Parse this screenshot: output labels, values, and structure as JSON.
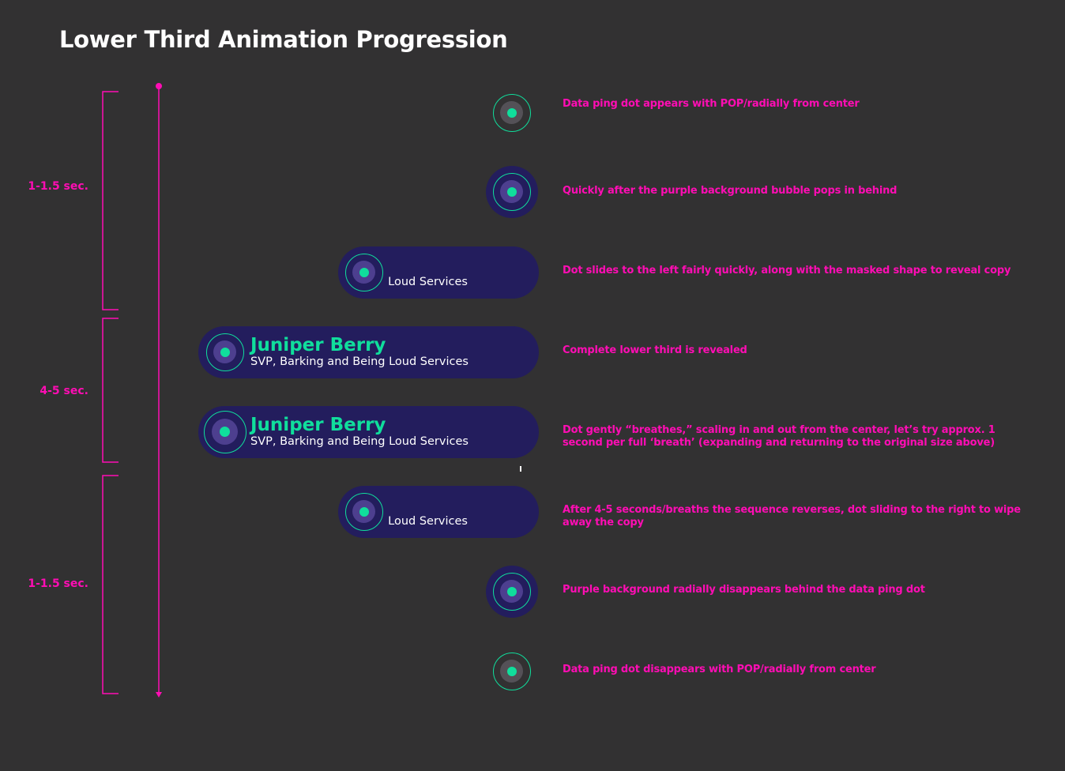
{
  "title": "Lower Third Animation Progression",
  "colors": {
    "background": "#323132",
    "accent_pink": "#ff0db4",
    "accent_green": "#10de9c",
    "bubble_purple": "#231d5d",
    "ring_gray": "#545157",
    "ring_purple": "#4d3f8f"
  },
  "brackets": [
    {
      "label": "1-1.5 sec."
    },
    {
      "label": "4-5 sec."
    },
    {
      "label": "1-1.5 sec."
    }
  ],
  "lower_third": {
    "name": "Juniper Berry",
    "role": "SVP, Barking and Being Loud Services"
  },
  "steps": [
    {
      "stage": "dot",
      "description": "Data ping dot appears with POP/radially from center"
    },
    {
      "stage": "bubble",
      "description": "Quickly after the purple background bubble pops in behind"
    },
    {
      "stage": "partial",
      "description": "Dot slides to the left  fairly quickly, along with the masked shape to reveal copy"
    },
    {
      "stage": "full",
      "description": "Complete lower third is revealed"
    },
    {
      "stage": "full-breathe",
      "description": "Dot gently “breathes,” scaling in and out from the center, let’s try approx. 1 second per full ‘breath’ (expanding and returning to the original size above)"
    },
    {
      "stage": "partial",
      "description": "After 4-5 seconds/breaths the sequence reverses, dot sliding to the right to wipe away the copy"
    },
    {
      "stage": "bubble",
      "description": "Purple background radially disappears behind the data ping dot"
    },
    {
      "stage": "dot",
      "description": "Data ping dot disappears with POP/radially from center"
    }
  ]
}
